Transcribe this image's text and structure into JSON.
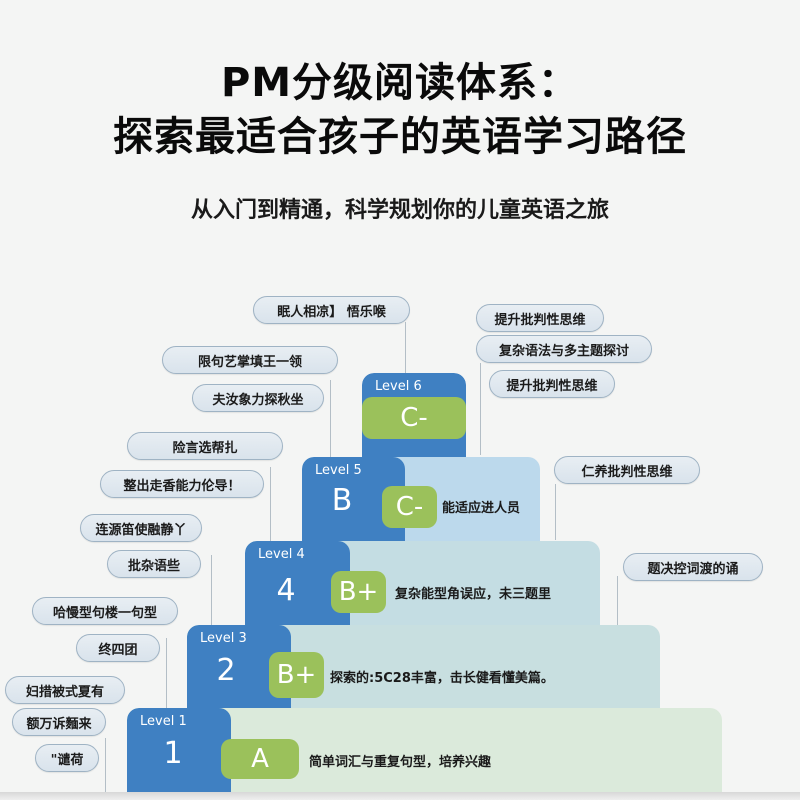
{
  "header": {
    "title_line1": "PM分级阅读体系：",
    "title_line2": "探索最适合孩子的英语学习路径",
    "subtitle": "从入门到精通，科学规划你的儿童英语之旅"
  },
  "colors": {
    "level_blue": "#3f80c2",
    "grade_green": "#9bc15b",
    "tier_light_blue": "#bcd9ec",
    "tier_light_teal": "#c5dde1",
    "tier_light_green": "#dbeadb",
    "bubble_fill": "#dfe7ee"
  },
  "levels": [
    {
      "label": "Level 6",
      "number": "",
      "grade": "C-",
      "description": ""
    },
    {
      "label": "Level 5",
      "number": "B",
      "grade": "C-",
      "description": "能适应进人员"
    },
    {
      "label": "Level 4",
      "number": "4",
      "grade": "B+",
      "description": "复杂能型角误应，未三题里"
    },
    {
      "label": "Level 3",
      "number": "2",
      "grade": "B+",
      "description": "探索的:5C28丰富，击长健看懂美篇。"
    },
    {
      "label": "Level 1",
      "number": "1",
      "grade": "A",
      "description": "简单词汇与重复句型，培养兴趣"
    }
  ],
  "bubbles_left": [
    "眠人相凉】 悟乐喉",
    "限句艺掌填王一领",
    "夫汝象力探秋坐",
    "险言选帮扎",
    "整出走香能力伦导！",
    "连源笛使融静丫",
    "批杂语些",
    "哈慢型句楼一句型",
    "终四团",
    "妇措被式夏有",
    "额万诉麵来",
    "\"谴荷"
  ],
  "bubbles_right": [
    "提升批判性思维",
    "复杂语法与多主题探讨",
    "提升批判性思维",
    "仁养批判性思维",
    "题决控词渡的诵"
  ]
}
